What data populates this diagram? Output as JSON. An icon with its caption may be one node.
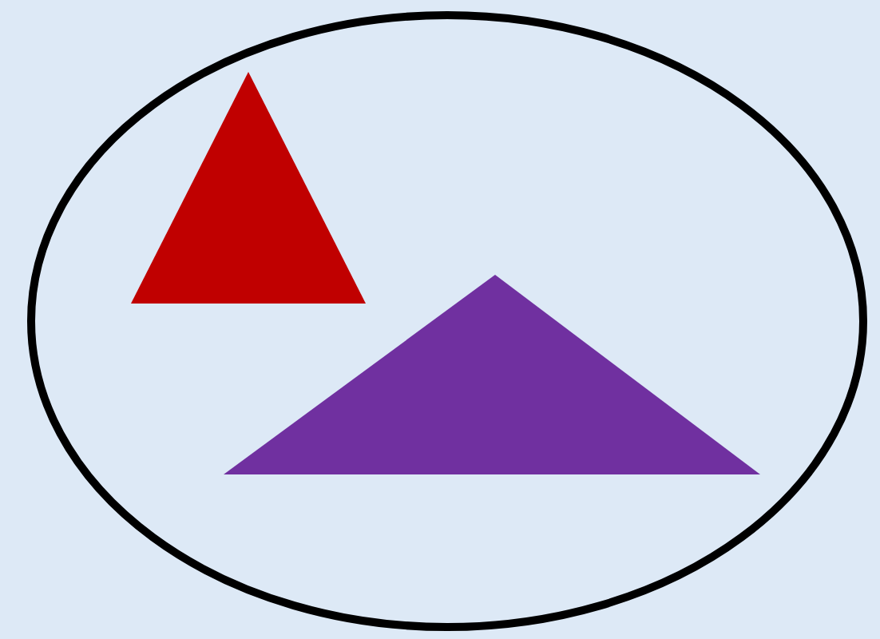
{
  "diagram": {
    "nodes": [
      {
        "text": [],
        "shape": "ellipse"
      },
      {
        "text": [],
        "shape": "triangle",
        "in": 0
      },
      {
        "text": [],
        "shape": "triangle",
        "in": 0
      }
    ]
  }
}
